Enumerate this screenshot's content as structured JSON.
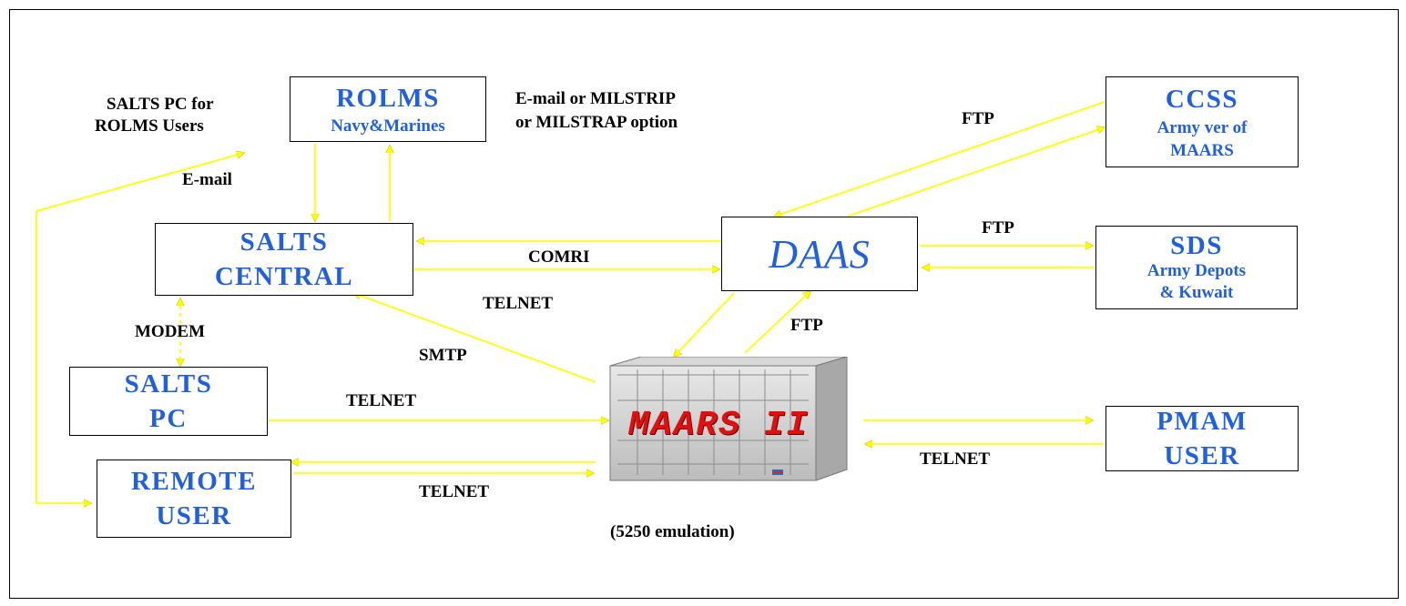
{
  "nodes": {
    "rolms": {
      "title": "ROLMS",
      "subtitle": "Navy&Marines"
    },
    "ccss": {
      "title": "CCSS",
      "subtitle": "Army ver of MAARS"
    },
    "salts_central": {
      "line1": "SALTS",
      "line2": "CENTRAL"
    },
    "daas": {
      "title": "DAAS"
    },
    "sds": {
      "title": "SDS",
      "subtitle1": "Army Depots",
      "subtitle2": "& Kuwait"
    },
    "salts_pc": {
      "line1": "SALTS",
      "line2": "PC"
    },
    "maars": {
      "title": "MAARS II",
      "caption": "(5250 emulation)"
    },
    "pmam": {
      "line1": "PMAM",
      "line2": "USER"
    },
    "remote": {
      "line1": "REMOTE",
      "line2": "USER"
    }
  },
  "labels": {
    "salts_pc_rolms_1": "SALTS PC for",
    "salts_pc_rolms_2": "ROLMS Users",
    "email": "E-mail",
    "email_option_1": "E-mail or MILSTRIP",
    "email_option_2": "or MILSTRAP option",
    "ftp_ccss": "FTP",
    "ftp_sds": "FTP",
    "ftp_maars": "FTP",
    "comri": "COMRI",
    "telnet_central": "TELNET",
    "modem": "MODEM",
    "smtp": "SMTP",
    "telnet_pc": "TELNET",
    "telnet_pmam": "TELNET",
    "telnet_remote": "TELNET"
  },
  "colors": {
    "arrow": "#ffff00",
    "node_text": "#1f5fe0",
    "maars_text": "#e01010"
  }
}
